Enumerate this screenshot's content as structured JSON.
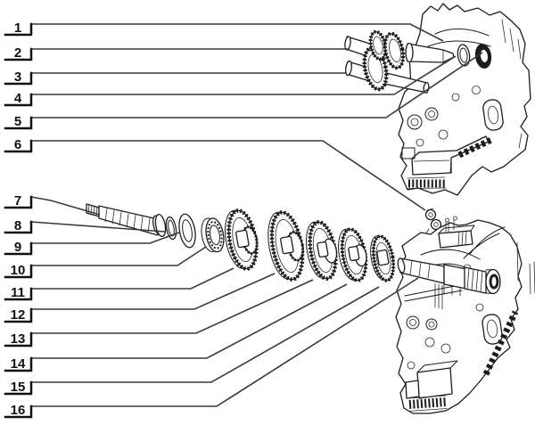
{
  "figure": {
    "background": "#ffffff",
    "ink_color": "#1c1c1c",
    "leader_color": "#3a3a3a",
    "type": "exploded-parts-line-drawing"
  },
  "callouts": [
    {
      "label": "1"
    },
    {
      "label": "2"
    },
    {
      "label": "3"
    },
    {
      "label": "4"
    },
    {
      "label": "5"
    },
    {
      "label": "6"
    },
    {
      "label": "7"
    },
    {
      "label": "8"
    },
    {
      "label": "9"
    },
    {
      "label": "10"
    },
    {
      "label": "11"
    },
    {
      "label": "12"
    },
    {
      "label": "13"
    },
    {
      "label": "14"
    },
    {
      "label": "15"
    },
    {
      "label": "16"
    }
  ]
}
